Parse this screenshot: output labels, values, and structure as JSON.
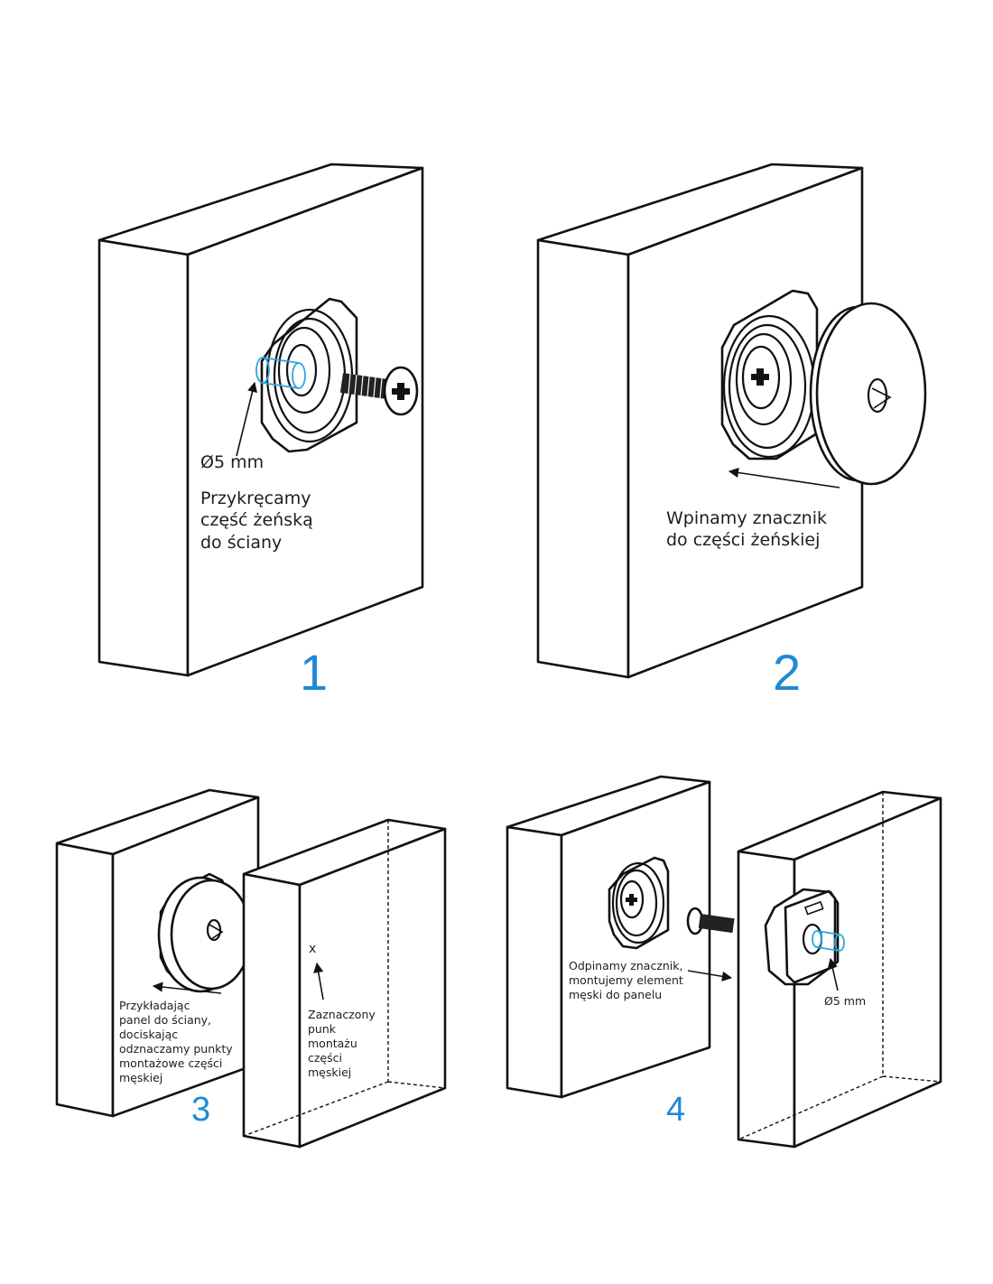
{
  "accent_color": "#1f8ad4",
  "steps": [
    {
      "number": "1",
      "labels": {
        "diameter": "Ø5 mm",
        "instruction": "Przykręcamy\nczęść żeńską\ndo ściany"
      }
    },
    {
      "number": "2",
      "labels": {
        "instruction": "Wpinamy znacznik\ndo części żeńskiej"
      }
    },
    {
      "number": "3",
      "labels": {
        "instruction": "Przykładając\npanel do ściany,\ndociskając\nodznaczamy punkty\nmontażowe części\nmęskiej",
        "mark_symbol": "x",
        "mark_caption": "Zaznaczony\npunk\nmontażu\nczęści\nmęskiej"
      }
    },
    {
      "number": "4",
      "labels": {
        "instruction": "Odpinamy znacznik,\nmontujemy element\nmęski do panelu",
        "diameter": "Ø5 mm"
      }
    }
  ]
}
